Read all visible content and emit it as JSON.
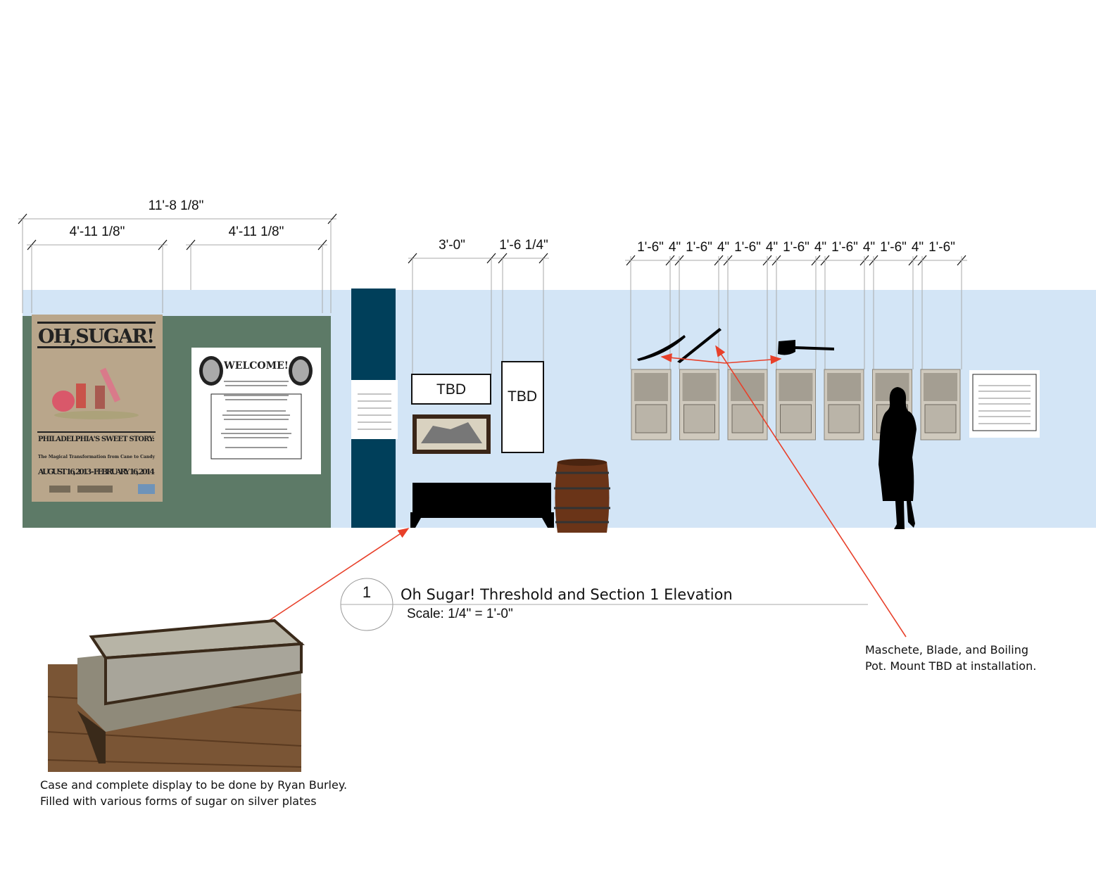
{
  "drawing": {
    "number": "1",
    "title": "Oh Sugar!  Threshold and Section 1 Elevation",
    "scale": "Scale:  1/4\" = 1'-0\""
  },
  "dimensions": {
    "overall": "11'-8 1/8\"",
    "panel_left": "4'-11 1/8\"",
    "panel_right": "4'-11 1/8\"",
    "case_width": "3'-0\"",
    "tbd_width": "1'-6 1/4\"",
    "print_row": [
      "1'-6\"",
      "4\"",
      "1'-6\"",
      "4\"",
      "1'-6\"",
      "4\"",
      "1'-6\"",
      "4\"",
      "1'-6\"",
      "4\"",
      "1'-6\"",
      "4\"",
      "1'-6\""
    ]
  },
  "poster": {
    "title": "OH,SUGAR!",
    "subtitle": "PHILADELPHIA'S SWEET STORY:",
    "tagline": "The Magical Transformation from Cane to Candy",
    "dates": "AUGUST 16, 2013 - FEBRUARY 16, 2014"
  },
  "welcome_sign": {
    "title": "WELCOME!"
  },
  "placeholders": {
    "tbd_1": "TBD",
    "tbd_2": "TBD"
  },
  "annotations": {
    "tools_note": [
      "Maschete, Blade, and Boiling",
      "Pot.  Mount TBD at installation."
    ],
    "case_note": [
      "Case and complete display to be done by Ryan Burley.",
      "Filled with various forms of sugar on silver plates"
    ]
  },
  "colors": {
    "wall": "#d3e5f6",
    "green_panel": "#5d7a67",
    "column": "#003f5a",
    "arrow": "#e8402a"
  }
}
